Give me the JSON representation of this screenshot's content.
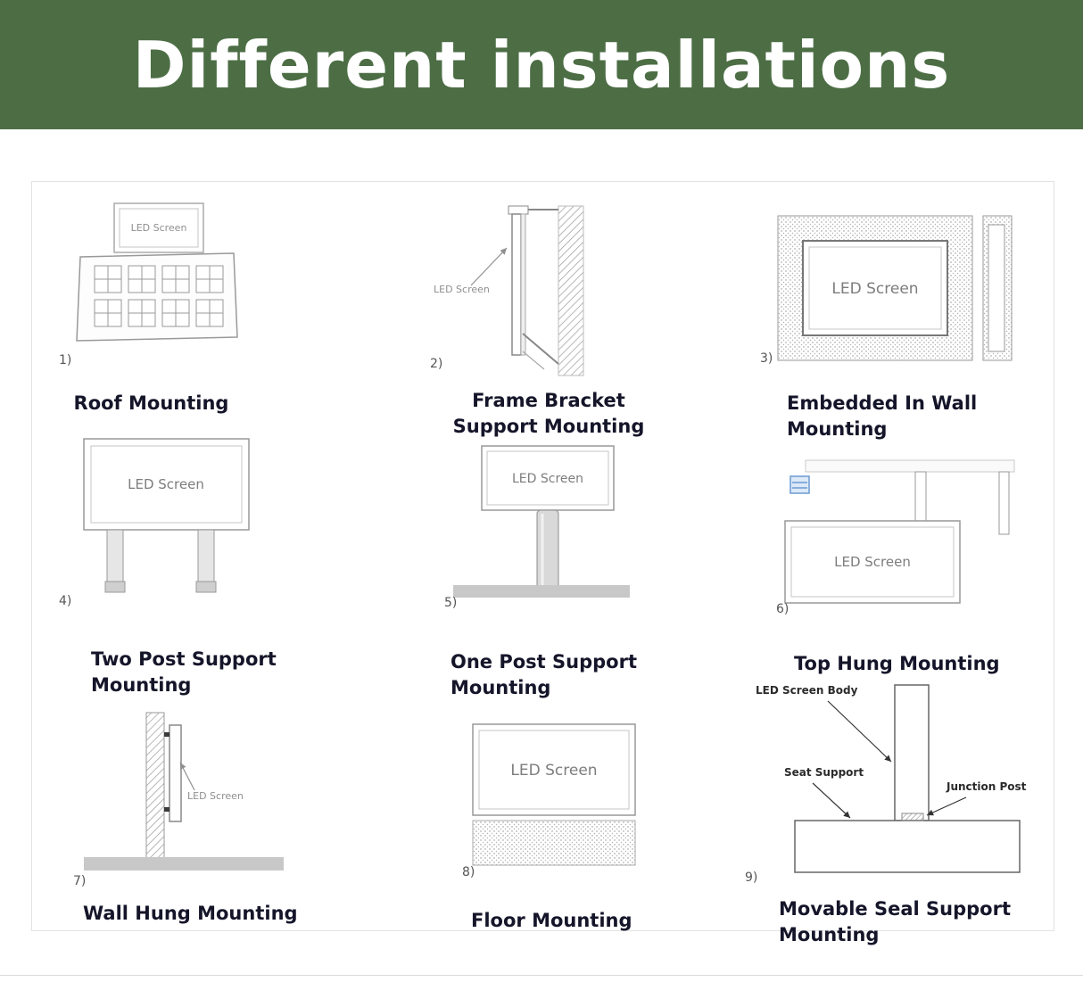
{
  "header": {
    "title": "Different installations"
  },
  "colors": {
    "header_bg": "#4d6e45",
    "header_fg": "#ffffff",
    "caption": "#15152a",
    "sketch_line": "#999999",
    "ground": "#c8c8c8"
  },
  "diagrams": [
    {
      "number": "1)",
      "caption": "Roof Mounting",
      "screen_label": "LED Screen"
    },
    {
      "number": "2)",
      "caption": "Frame Bracket Support Mounting",
      "screen_label": "LED Screen"
    },
    {
      "number": "3)",
      "caption": "Embedded In Wall Mounting",
      "screen_label": "LED Screen"
    },
    {
      "number": "4)",
      "caption": "Two Post Support Mounting",
      "screen_label": "LED Screen"
    },
    {
      "number": "5)",
      "caption": "One Post Support Mounting",
      "screen_label": "LED Screen"
    },
    {
      "number": "6)",
      "caption": "Top Hung Mounting",
      "screen_label": "LED Screen"
    },
    {
      "number": "7)",
      "caption": "Wall Hung Mounting",
      "screen_label": "LED Screen"
    },
    {
      "number": "8)",
      "caption": "Floor Mounting",
      "screen_label": "LED Screen"
    },
    {
      "number": "9)",
      "caption": "Movable Seal Support Mounting",
      "annotations": {
        "body": "LED Screen Body",
        "seat": "Seat Support",
        "junction": "Junction Post"
      }
    }
  ]
}
